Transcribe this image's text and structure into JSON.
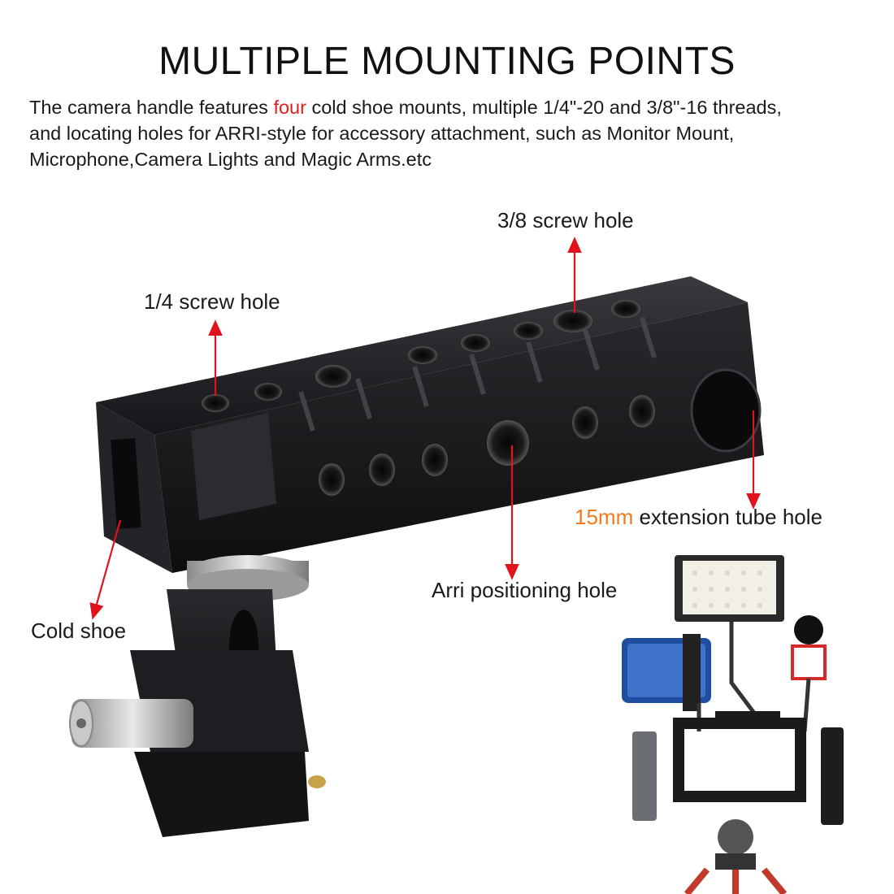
{
  "title": "MULTIPLE MOUNTING POINTS",
  "description": {
    "before": "The camera handle features ",
    "highlight": "four",
    "line1_after": " cold shoe mounts, multiple 1/4\"-20 and 3/8\"-16 threads,",
    "line2": "and locating holes for ARRI-style for accessory attachment, such as Monitor Mount,",
    "line3": "Microphone,Camera Lights and Magic Arms.etc"
  },
  "callouts": {
    "screw_3_8": "3/8 screw hole",
    "screw_1_4": "1/4 screw hole",
    "tube_size": "15mm",
    "tube_rest": " extension tube hole",
    "arri": "Arri positioning hole",
    "cold_shoe": "Cold shoe"
  },
  "colors": {
    "arrow": "#e0121b",
    "accent_red": "#e21e1e",
    "accent_orange": "#f07a1c",
    "metal": "#1b1b1d"
  }
}
